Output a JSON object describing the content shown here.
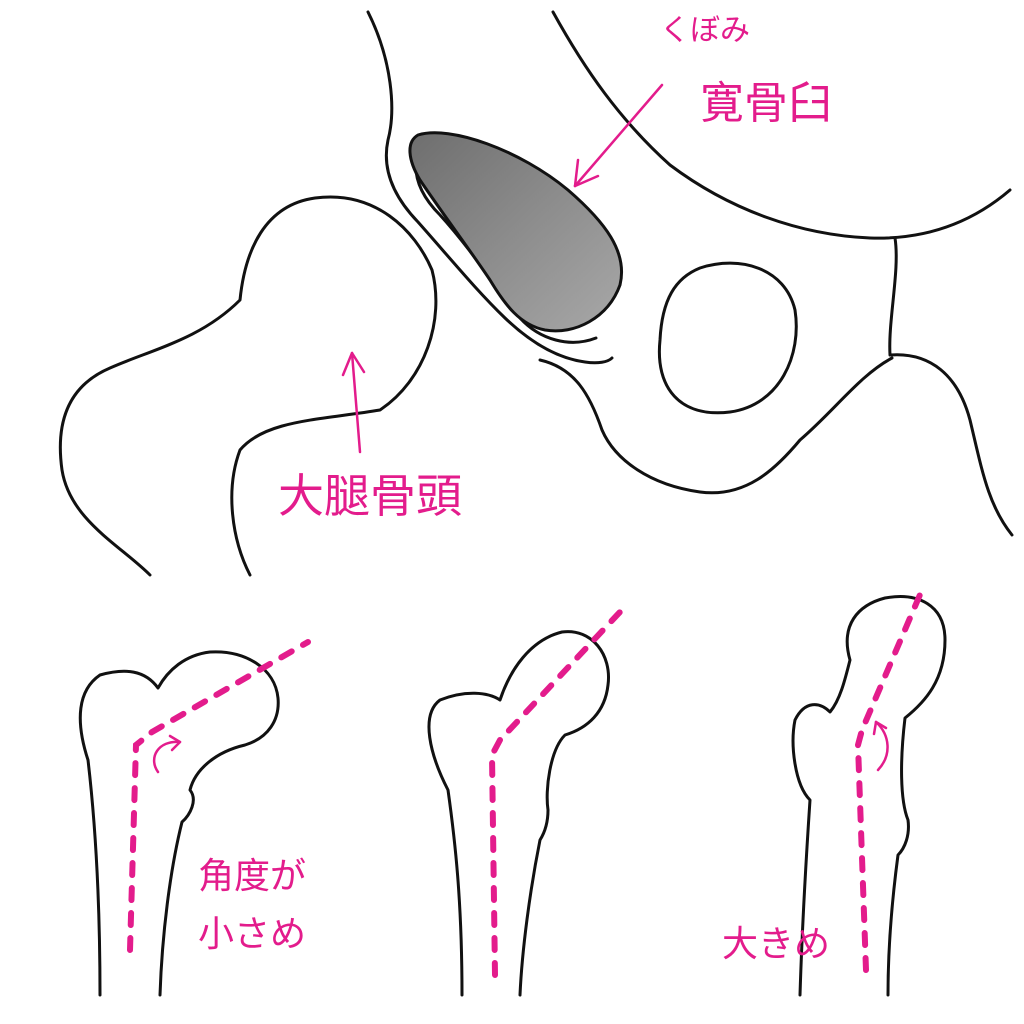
{
  "labels": {
    "kubomi": "くぼみ",
    "acetabulum": "寛骨臼",
    "femoral_head": "大腿骨頭",
    "small_angle_line1": "角度が",
    "small_angle_line2": "小さめ",
    "large_angle": "大きめ"
  },
  "colors": {
    "annotation": "#e31c8c",
    "outline": "#111111",
    "shading": "#8a8a8a"
  }
}
